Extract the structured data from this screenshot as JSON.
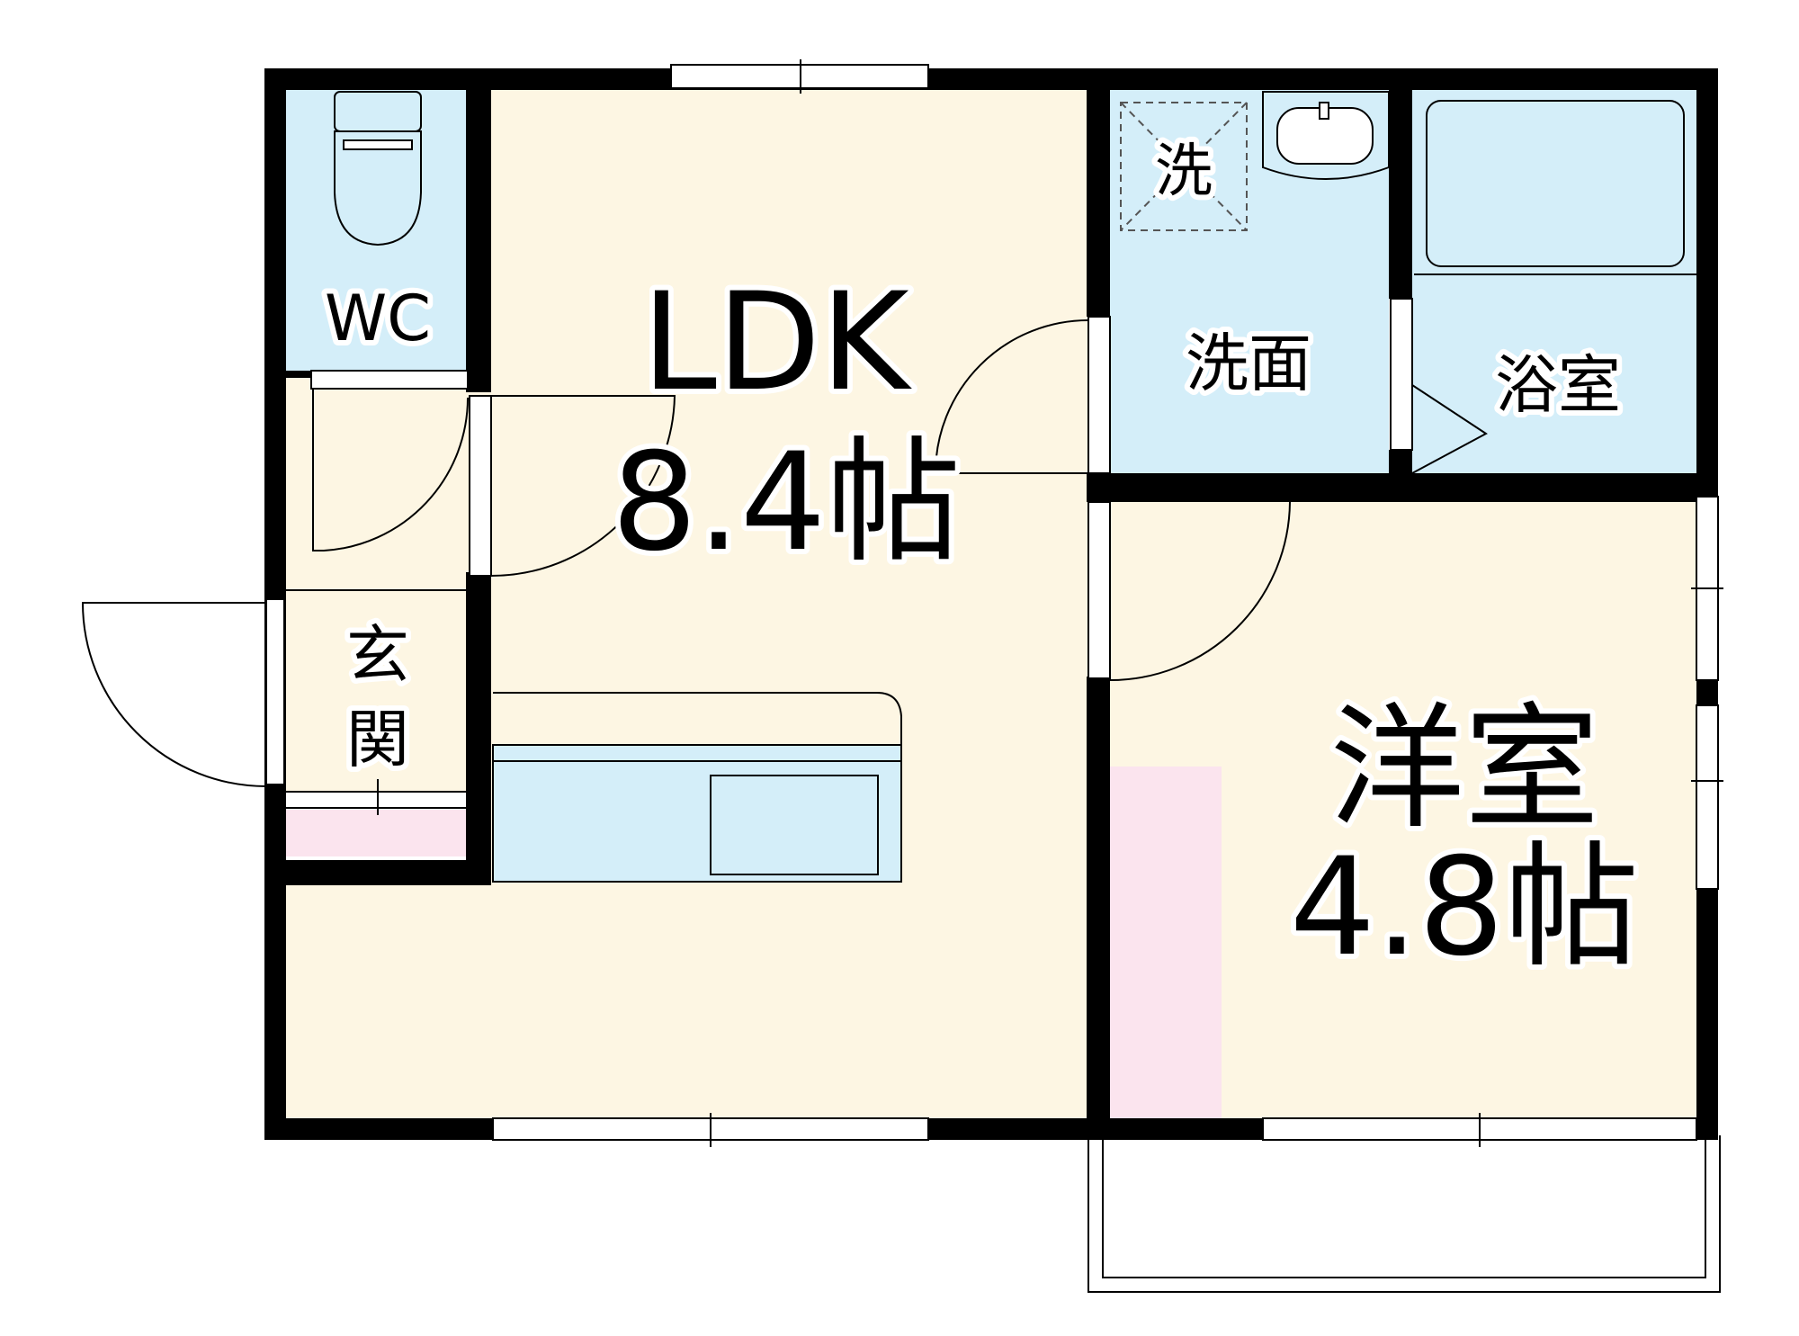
{
  "rooms": {
    "ldk": {
      "name": "LDK",
      "size": "8.4帖"
    },
    "western": {
      "name": "洋室",
      "size": "4.8帖"
    },
    "wc": {
      "name": "WC"
    },
    "washroom": {
      "name": "洗面"
    },
    "washer": {
      "name": "洗"
    },
    "bath": {
      "name": "浴室"
    },
    "entrance": {
      "name_line1": "玄",
      "name_line2": "関"
    }
  },
  "colors": {
    "living": "#fdf6e3",
    "wet": "#d4eef9",
    "storage": "#fbe4ee",
    "wall": "#000000",
    "window": "#ffffff"
  }
}
